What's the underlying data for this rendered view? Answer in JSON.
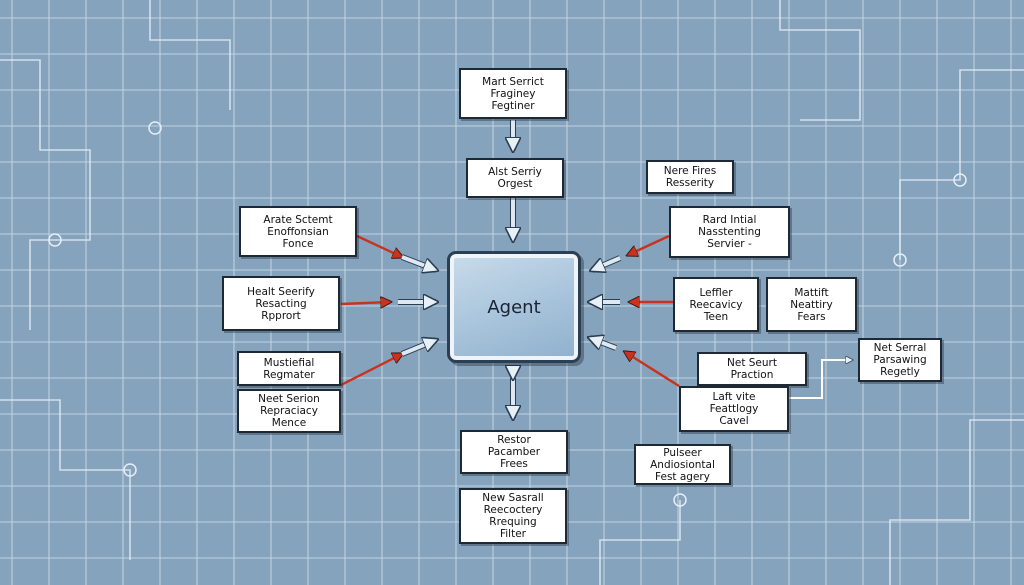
{
  "colors": {
    "background": "#86a3bd",
    "grid_line": "#c7d6e3",
    "arrow_red": "#c8321f",
    "arrow_light": "#dde8f2",
    "box_border": "#1d2a36",
    "agent_fill": "#a7c3db"
  },
  "agent": {
    "label": "Agent"
  },
  "nodes": [
    {
      "id": "top-1",
      "lines": [
        "Mart Serrict",
        "Fraginey",
        "Fegtiner"
      ]
    },
    {
      "id": "top-2",
      "lines": [
        "Alst Serriy",
        "Orgest"
      ]
    },
    {
      "id": "left-1",
      "lines": [
        "Arate Sctemt",
        "Enoffonsian",
        "Fonce"
      ]
    },
    {
      "id": "left-2",
      "lines": [
        "Healt Seerify",
        "Resacting",
        "Rpprort"
      ]
    },
    {
      "id": "left-3",
      "lines": [
        "Mustiefial",
        "Regmater"
      ]
    },
    {
      "id": "left-4",
      "lines": [
        "Neet Serion",
        "Repraciacy",
        "Mence"
      ]
    },
    {
      "id": "right-top",
      "lines": [
        "Nere Fires",
        "Resserity"
      ]
    },
    {
      "id": "right-1",
      "lines": [
        "Rard Intial",
        "Nasstenting",
        "Servier -"
      ]
    },
    {
      "id": "right-2a",
      "lines": [
        "Leffler",
        "Reecavicy",
        "Teen"
      ]
    },
    {
      "id": "right-2b",
      "lines": [
        "Mattift",
        "Neattiry",
        "Fears"
      ]
    },
    {
      "id": "right-3",
      "lines": [
        "Net Seurt",
        "Praction"
      ]
    },
    {
      "id": "right-4",
      "lines": [
        "Laft vite",
        "Feattlogy",
        "Cavel"
      ]
    },
    {
      "id": "far-right",
      "lines": [
        "Net Serral",
        "Parsawing",
        "Regetly"
      ]
    },
    {
      "id": "bottom-1",
      "lines": [
        "Restor",
        "Pacamber",
        "Frees"
      ]
    },
    {
      "id": "bottom-right",
      "lines": [
        "Pulseer",
        "Andiosiontal",
        "Fest agery"
      ]
    },
    {
      "id": "bottom-2",
      "lines": [
        "New Sasrall",
        "Reecoctery",
        "Rrequing",
        "Filter"
      ]
    }
  ]
}
